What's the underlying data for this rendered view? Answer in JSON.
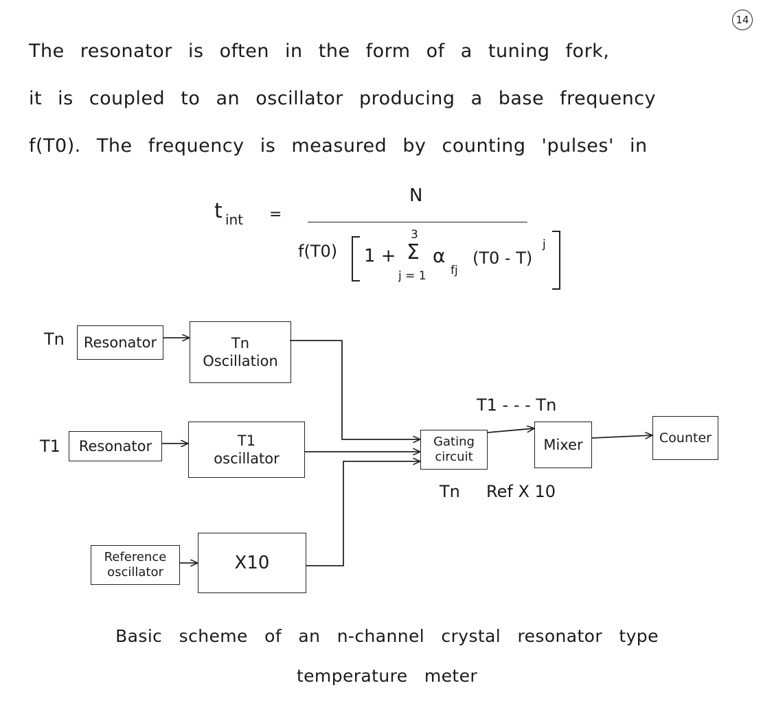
{
  "page_number": "14",
  "paragraph": {
    "line1": "The resonator is often in the form of a tuning fork,",
    "line2": "it is coupled to an oscillator producing a base frequency",
    "line3": "f(T0). The frequency is measured by counting 'pulses' in"
  },
  "equation": {
    "lhs": "t",
    "lhs_sub": "int",
    "equals": "=",
    "numerator": "N",
    "denominator_prefix": "f(T0)",
    "one_plus": "1 +",
    "sum_upper": "3",
    "sum_symbol": "Σ",
    "sum_lower": "j = 1",
    "alpha": "α",
    "alpha_sub": "fj",
    "term": "(T0 - T)",
    "power": "j"
  },
  "diagram": {
    "input_tn": "Tn",
    "resonator_n": "Resonator",
    "osc_n_line1": "Tn",
    "osc_n_line2": "Oscillation",
    "input_t1": "T1",
    "resonator_1": "Resonator",
    "osc_1_line1": "T1",
    "osc_1_line2": "oscillator",
    "reference_line1": "Reference",
    "reference_line2": "oscillator",
    "multiplier": "X10",
    "gating_line1": "Gating",
    "gating_line2": "circuit",
    "mixer": "Mixer",
    "counter": "Counter",
    "label_top": "T1 - - - Tn",
    "label_bottom_left": "Tn",
    "label_bottom_right": "Ref X 10"
  },
  "caption": {
    "line1": "Basic scheme of an n-channel crystal resonator type",
    "line2": "temperature meter"
  }
}
